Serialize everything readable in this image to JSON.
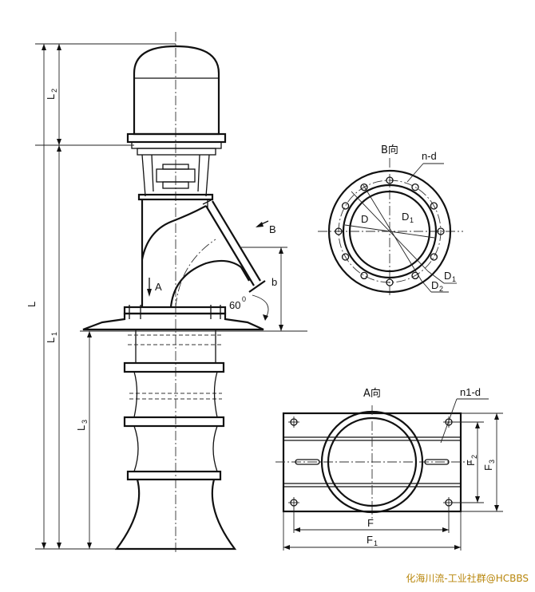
{
  "labels": {
    "L": "L",
    "L1": "L",
    "L1_sub": "1",
    "L2": "L",
    "L2_sub": "2",
    "L3": "L",
    "L3_sub": "3",
    "A_arrow": "A",
    "B_arrow": "B",
    "b": "b",
    "angle": "60",
    "angle_deg": "0",
    "view_B": "B向",
    "n_d": "n-d",
    "D": "D",
    "D1_inner": "D",
    "D1_inner_sub": "1",
    "D1": "D",
    "D1_sub": "1",
    "D2": "D",
    "D2_sub": "2",
    "view_A": "A向",
    "n1_d": "n1-d",
    "F": "F",
    "F1": "F",
    "F1_sub": "1",
    "F2": "F",
    "F2_sub": "2",
    "F3": "F",
    "F3_sub": "3"
  },
  "watermark": "化海川流-工业社群@HCBBS"
}
